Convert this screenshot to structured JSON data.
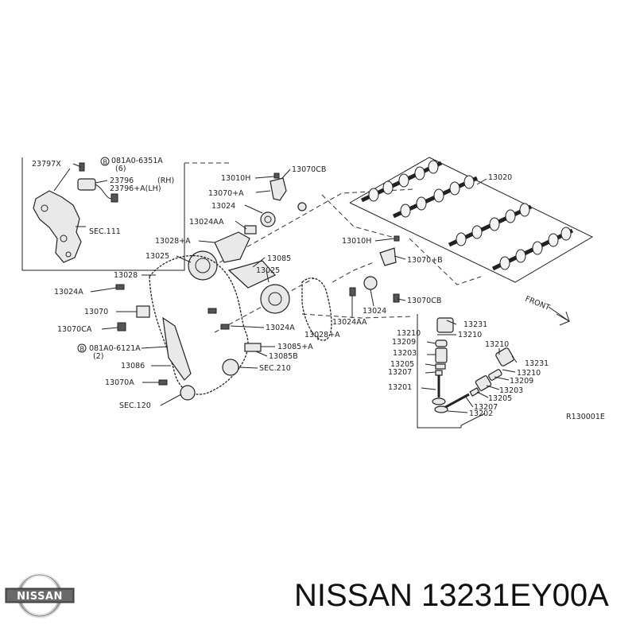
{
  "labels": {
    "p23797x": "23797X",
    "bolt_top": "081A0-6351A",
    "bolt_top_qty": "(6)",
    "p23796": "23796",
    "p23796_rh": "(RH)",
    "p23796a": "23796+A(LH)",
    "sec111": "SEC.111",
    "p13010h_a": "13010H",
    "p13070cb_a": "13070CB",
    "p13070a_plus": "13070+A",
    "p13024_a": "13024",
    "p13024aa_a": "13024AA",
    "p13028a_a": "13028+A",
    "p13025_a": "13025",
    "p13085": "13085",
    "p13025_b": "13025",
    "p13028": "13028",
    "p13024a_a": "13024A",
    "p13070": "13070",
    "p13070ca": "13070CA",
    "bolt_mid": "081A0-6121A",
    "bolt_mid_qty": "(2)",
    "p13086": "13086",
    "p13070a": "13070A",
    "sec120": "SEC.120",
    "p13024a_b": "13024A",
    "p13085a": "13085+A",
    "p13085b": "13085B",
    "sec210": "SEC.210",
    "p13028a_b": "13028+A",
    "p13024aa_b": "13024AA",
    "p13024_b": "13024",
    "p13070cb_b": "13070CB",
    "p13010h_b": "13010H",
    "p13070b": "13070+B",
    "p13020": "13020",
    "front": "FRONT",
    "v13231_a": "13231",
    "v13210_a": "13210",
    "v13210_b": "13210",
    "v13209_a": "13209",
    "v13203_a": "13203",
    "v13205_a": "13205",
    "v13207_a": "13207",
    "v13201": "13201",
    "v13210_c": "13210",
    "v13231_b": "13231",
    "v13210_d": "13210",
    "v13209_b": "13209",
    "v13203_b": "13203",
    "v13205_b": "13205",
    "v13207_b": "13207",
    "v13202": "13202",
    "ref": "R130001E"
  },
  "brand_logo_text": "NISSAN",
  "caption": "NISSAN 13231EY00A",
  "icons": {
    "bolt_callout": "circle-b-symbol",
    "front_arrow": "arrow-front-icon"
  }
}
